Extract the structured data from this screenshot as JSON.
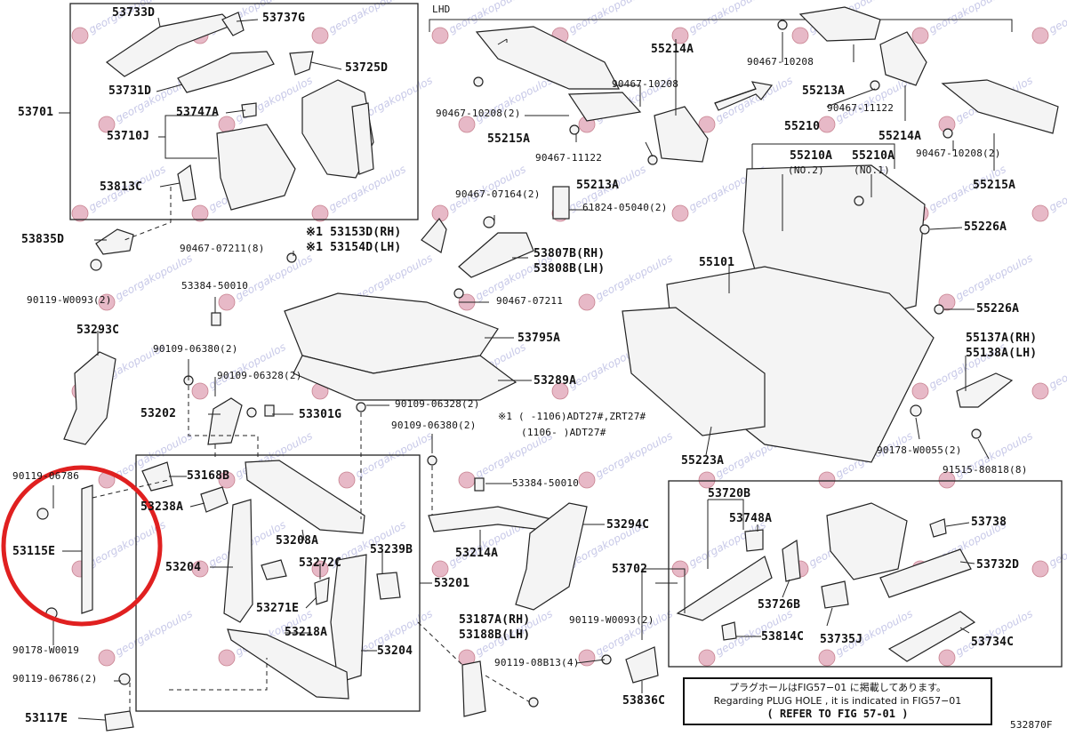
{
  "diagram": {
    "drawing_number": "532870F",
    "lhd_label": "LHD",
    "watermark_text": "georgakopoulos",
    "highlight_color": "#e02020",
    "parts": [
      {
        "id": "p53733D",
        "text": "53733D"
      },
      {
        "id": "p53737G",
        "text": "53737G"
      },
      {
        "id": "p53725D",
        "text": "53725D"
      },
      {
        "id": "p53731D",
        "text": "53731D"
      },
      {
        "id": "p53701",
        "text": "53701"
      },
      {
        "id": "p53747A",
        "text": "53747A"
      },
      {
        "id": "p53710J",
        "text": "53710J"
      },
      {
        "id": "p53813C",
        "text": "53813C"
      },
      {
        "id": "p53835D",
        "text": "53835D"
      },
      {
        "id": "p90119W0093_1",
        "text": "90119-W0093(2)"
      },
      {
        "id": "p53293C",
        "text": "53293C"
      },
      {
        "id": "p55214A_1",
        "text": "55214A"
      },
      {
        "id": "p90467_10208_1",
        "text": "90467-10208"
      },
      {
        "id": "p90467_10208_2",
        "text": "90467-10208(2)"
      },
      {
        "id": "p55215A_1",
        "text": "55215A"
      },
      {
        "id": "p90467_11122_1",
        "text": "90467-11122"
      },
      {
        "id": "p55213A_1",
        "text": "55213A"
      },
      {
        "id": "p90467_07164",
        "text": "90467-07164(2)"
      },
      {
        "id": "p61824",
        "text": "61824-05040(2)"
      },
      {
        "id": "p53153D",
        "text": "※1 53153D(RH)"
      },
      {
        "id": "p53154D",
        "text": "※1 53154D(LH)"
      },
      {
        "id": "p90467_07211_8",
        "text": "90467-07211(8)"
      },
      {
        "id": "p53807B",
        "text": "53807B(RH)"
      },
      {
        "id": "p53808B",
        "text": "53808B(LH)"
      },
      {
        "id": "p53384_1",
        "text": "53384-50010"
      },
      {
        "id": "p90467_07211",
        "text": "90467-07211"
      },
      {
        "id": "p53795A",
        "text": "53795A"
      },
      {
        "id": "p90109_06380_1",
        "text": "90109-06380(2)"
      },
      {
        "id": "p90109_06328_1",
        "text": "90109-06328(2)"
      },
      {
        "id": "p53289A",
        "text": "53289A"
      },
      {
        "id": "p53202",
        "text": "53202"
      },
      {
        "id": "p53301G",
        "text": "53301G"
      },
      {
        "id": "p90109_06328_2",
        "text": "90109-06328(2)"
      },
      {
        "id": "p90109_06380_2",
        "text": "90109-06380(2)"
      },
      {
        "id": "pnote1",
        "text": "※1 (      -1106)ADT27#,ZRT27#"
      },
      {
        "id": "pnote2",
        "text": "(1106-      )ADT27#"
      },
      {
        "id": "p90119_06786_1",
        "text": "90119-06786"
      },
      {
        "id": "p53115E",
        "text": "53115E"
      },
      {
        "id": "p90178_W0019",
        "text": "90178-W0019"
      },
      {
        "id": "p90119_06786_2",
        "text": "90119-06786(2)"
      },
      {
        "id": "p53117E",
        "text": "53117E"
      },
      {
        "id": "p53168B",
        "text": "53168B"
      },
      {
        "id": "p53238A",
        "text": "53238A"
      },
      {
        "id": "p53204_1",
        "text": "53204"
      },
      {
        "id": "p53208A",
        "text": "53208A"
      },
      {
        "id": "p53272C",
        "text": "53272C"
      },
      {
        "id": "p53239B",
        "text": "53239B"
      },
      {
        "id": "p53201",
        "text": "53201"
      },
      {
        "id": "p53271E",
        "text": "53271E"
      },
      {
        "id": "p53218A",
        "text": "53218A"
      },
      {
        "id": "p53204_2",
        "text": "53204"
      },
      {
        "id": "p53384_2",
        "text": "53384-50010"
      },
      {
        "id": "p53214A",
        "text": "53214A"
      },
      {
        "id": "p53294C",
        "text": "53294C"
      },
      {
        "id": "p53702",
        "text": "53702"
      },
      {
        "id": "p53187A",
        "text": "53187A(RH)"
      },
      {
        "id": "p53188B",
        "text": "53188B(LH)"
      },
      {
        "id": "p90119_W0093_2",
        "text": "90119-W0093(2)"
      },
      {
        "id": "p90119_08B13",
        "text": "90119-08B13(4)"
      },
      {
        "id": "p53836C",
        "text": "53836C"
      },
      {
        "id": "p55213A_2",
        "text": "55213A"
      },
      {
        "id": "p90467_10208_3",
        "text": "90467-10208"
      },
      {
        "id": "p90467_11122_2",
        "text": "90467-11122"
      },
      {
        "id": "p55214A_2",
        "text": "55214A"
      },
      {
        "id": "p55210",
        "text": "55210"
      },
      {
        "id": "p55210A_2",
        "text": "55210A"
      },
      {
        "id": "p55210A_1",
        "text": "55210A"
      },
      {
        "id": "pno2",
        "text": "(NO.2)"
      },
      {
        "id": "pno1",
        "text": "(NO.1)"
      },
      {
        "id": "p90467_10208_4",
        "text": "90467-10208(2)"
      },
      {
        "id": "p55215A_2",
        "text": "55215A"
      },
      {
        "id": "p55226A_1",
        "text": "55226A"
      },
      {
        "id": "p55101",
        "text": "55101"
      },
      {
        "id": "p55226A_2",
        "text": "55226A"
      },
      {
        "id": "p55137A",
        "text": "55137A(RH)"
      },
      {
        "id": "p55138A",
        "text": "55138A(LH)"
      },
      {
        "id": "p90178_W0055",
        "text": "90178-W0055(2)"
      },
      {
        "id": "p91515",
        "text": "91515-80818(8)"
      },
      {
        "id": "p55223A",
        "text": "55223A"
      },
      {
        "id": "p53720B",
        "text": "53720B"
      },
      {
        "id": "p53748A",
        "text": "53748A"
      },
      {
        "id": "p53738",
        "text": "53738"
      },
      {
        "id": "p53732D",
        "text": "53732D"
      },
      {
        "id": "p53726B",
        "text": "53726B"
      },
      {
        "id": "p53814C",
        "text": "53814C"
      },
      {
        "id": "p53735J",
        "text": "53735J"
      },
      {
        "id": "p53734C",
        "text": "53734C"
      }
    ],
    "reference_note": {
      "line1": "プラグホールはFIG57−01 に掲載してあります。",
      "line2": "Regarding PLUG HOLE , it is indicated in FIG57−01",
      "line3": "( REFER TO FIG 57-01 )"
    }
  }
}
